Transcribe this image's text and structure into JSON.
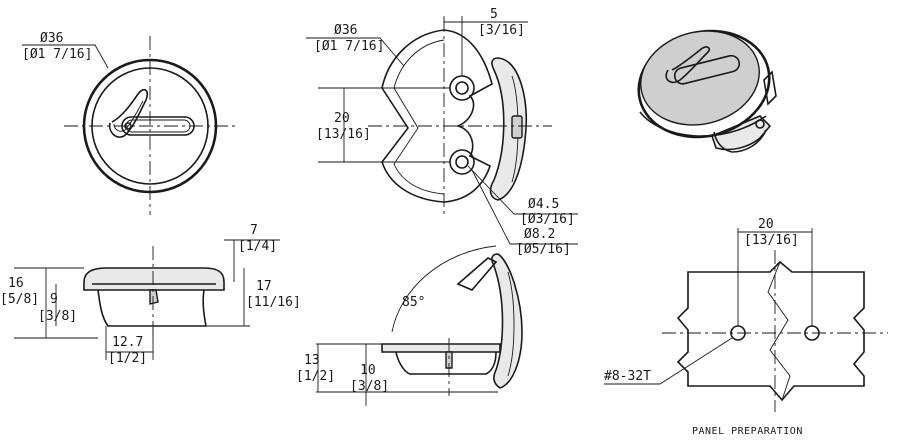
{
  "colors": {
    "ink": "#1a1a1a",
    "paper": "#ffffff",
    "shade": "#e9e9e9"
  },
  "views": {
    "front": {
      "dia_mm": "Ø36",
      "dia_in": "[Ø1 7/16]"
    },
    "side": {
      "dia_mm": "Ø36",
      "dia_in": "[Ø1 7/16]",
      "offset_mm": "5",
      "offset_in": "[3/16]",
      "spacing_mm": "20",
      "spacing_in": "[13/16]",
      "hole_small_mm": "Ø4.5",
      "hole_small_in": "[Ø3/16]",
      "hole_large_mm": "Ø8.2",
      "hole_large_in": "[Ø5/16]"
    },
    "elevation": {
      "top_mm": "7",
      "top_in": "[1/4]",
      "height_mm": "16",
      "height_in": "[5/8]",
      "inner_mm": "9",
      "inner_in": "[3/8]",
      "body_mm": "17",
      "body_in": "[11/16]",
      "width_mm": "12.7",
      "width_in": "[1/2]"
    },
    "open": {
      "angle": "85°",
      "total_mm": "13",
      "total_in": "[1/2]",
      "base_mm": "10",
      "base_in": "[3/8]"
    },
    "panel": {
      "spacing_mm": "20",
      "spacing_in": "[13/16]",
      "thread": "#8-32T",
      "caption": "PANEL PREPARATION"
    }
  }
}
